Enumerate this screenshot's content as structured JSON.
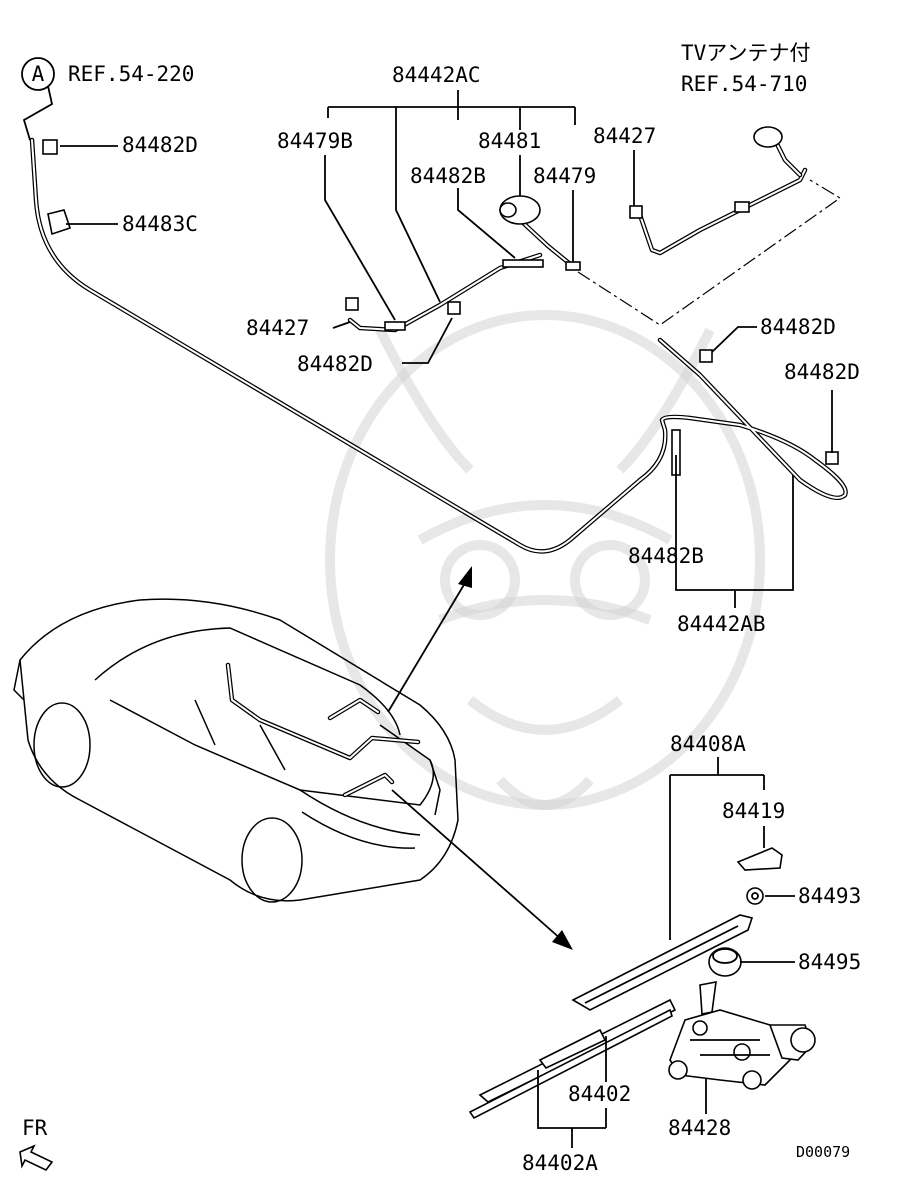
{
  "diagram": {
    "ref_a": {
      "letter": "A",
      "text": "REF.54-220"
    },
    "ref_tv": {
      "line1": "TVアンテナ付",
      "line2": "REF.54-710"
    },
    "labels": {
      "p84442AC": "84442AC",
      "p84479B": "84479B",
      "p84481": "84481",
      "p84482B_top": "84482B",
      "p84479": "84479",
      "p84427_top": "84427",
      "p84482D_left": "84482D",
      "p84483C": "84483C",
      "p84427_mid": "84427",
      "p84482D_mid": "84482D",
      "p84482D_right1": "84482D",
      "p84482D_right2": "84482D",
      "p84482B_low": "84482B",
      "p84442AB": "84442AB",
      "p84408A": "84408A",
      "p84419": "84419",
      "p84493": "84493",
      "p84495": "84495",
      "p84402": "84402",
      "p84428": "84428",
      "p84402A": "84402A"
    },
    "fr": "FR",
    "code": "D00079"
  }
}
